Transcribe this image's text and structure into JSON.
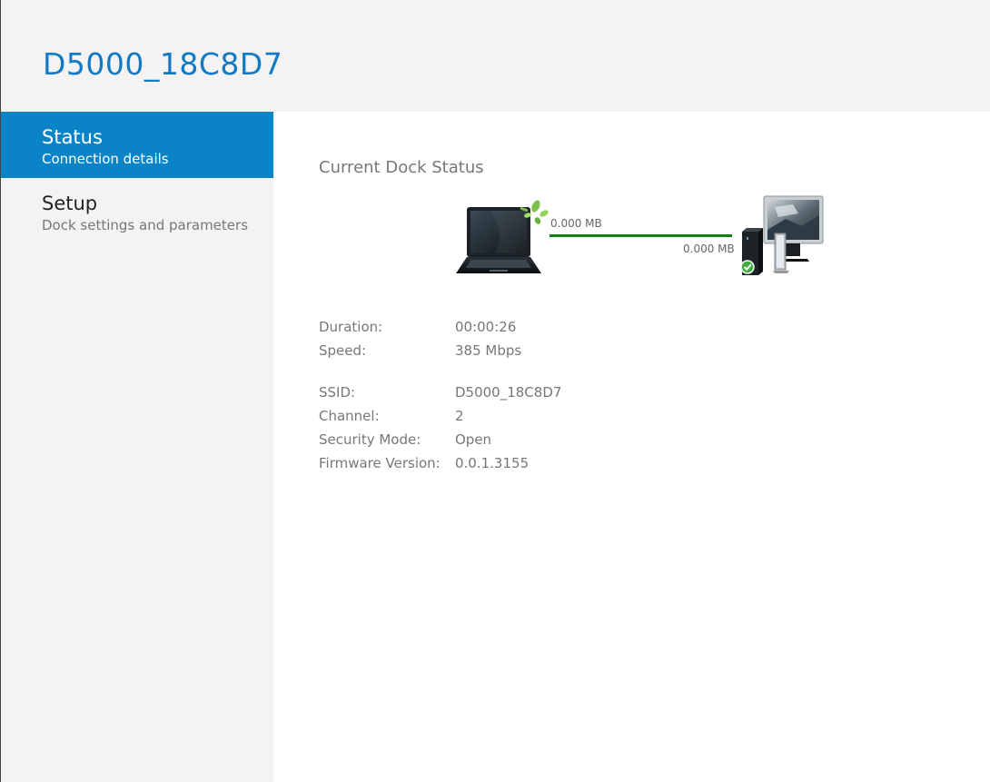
{
  "header": {
    "title": "D5000_18C8D7"
  },
  "sidebar": {
    "items": [
      {
        "title": "Status",
        "subtitle": "Connection details",
        "active": true
      },
      {
        "title": "Setup",
        "subtitle": "Dock settings and parameters",
        "active": false
      }
    ]
  },
  "main": {
    "section_title": "Current Dock Status",
    "diagram": {
      "laptop_icon": "laptop-wireless-icon",
      "dock_icon": "dock-desktop-icon",
      "transmit": "0.000 MB",
      "receive": "0.000 MB",
      "link_color": "#168016"
    },
    "info": {
      "duration_label": "Duration:",
      "duration_value": "00:00:26",
      "speed_label": "Speed:",
      "speed_value": "385 Mbps",
      "ssid_label": "SSID:",
      "ssid_value": "D5000_18C8D7",
      "channel_label": "Channel:",
      "channel_value": "2",
      "security_label": "Security Mode:",
      "security_value": "Open",
      "firmware_label": "Firmware Version:",
      "firmware_value": "0.0.1.3155"
    }
  },
  "colors": {
    "accent": "#0a84c6",
    "title": "#1379c3"
  }
}
